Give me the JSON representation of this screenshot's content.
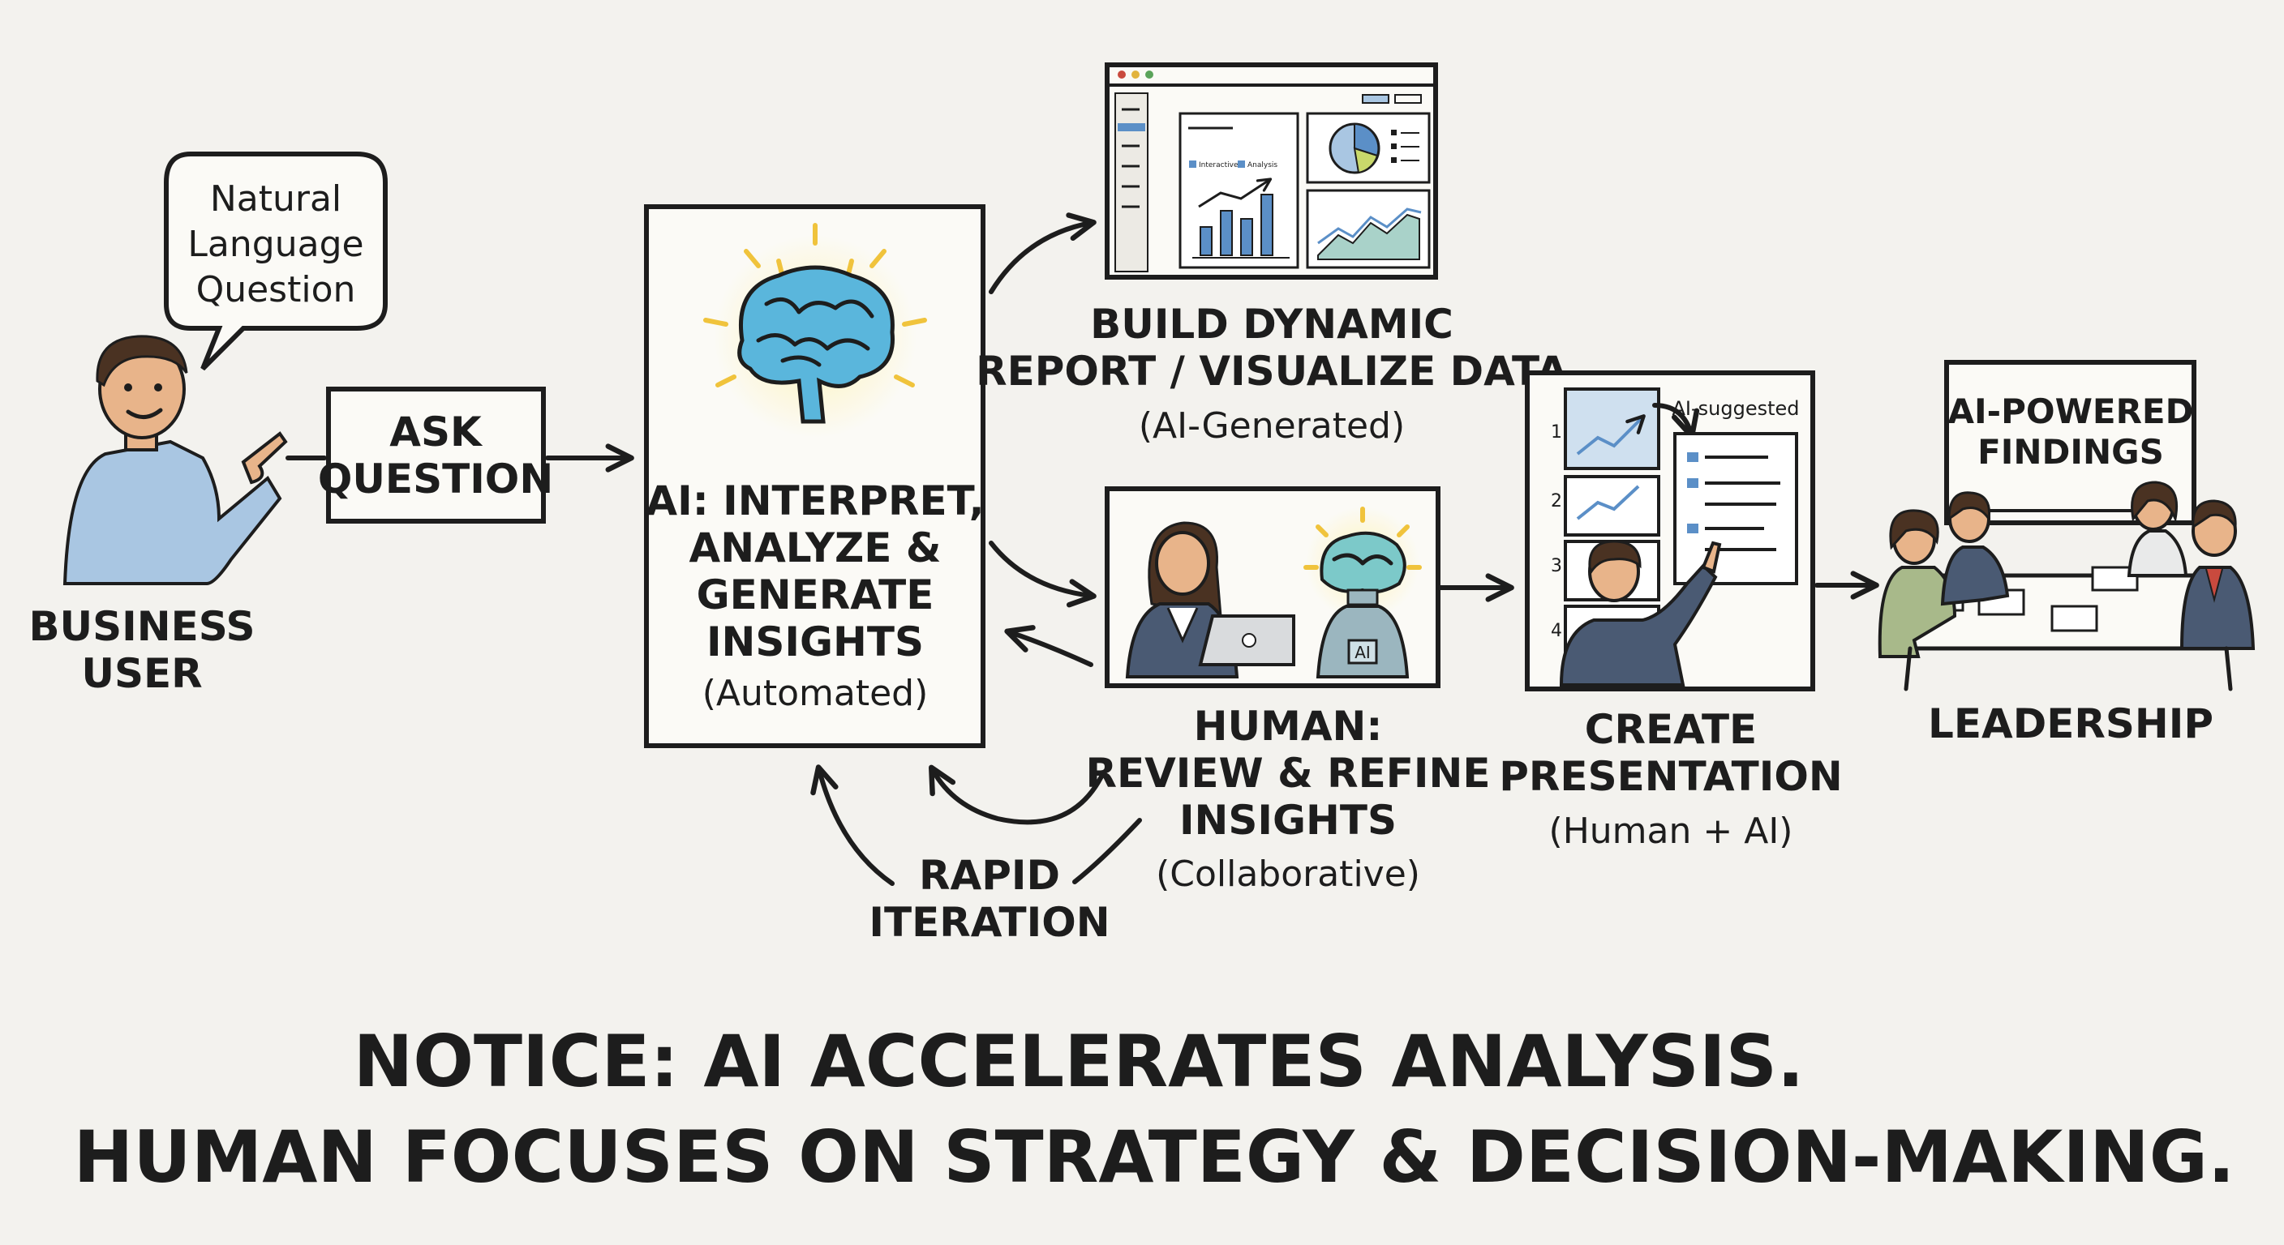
{
  "nodes": {
    "speech_bubble": "Natural\nLanguage\nQuestion",
    "user_label": "BUSINESS\nUSER",
    "ask_box": "ASK\nQUESTION",
    "ai_title": "AI: INTERPRET,\nANALYZE &\nGENERATE\nINSIGHTS",
    "ai_sub": "(Automated)",
    "report_title": "BUILD DYNAMIC\nREPORT / VISUALIZE DATA",
    "report_sub": "(AI-Generated)",
    "report_legend": [
      "Interactive",
      "Analysis"
    ],
    "human_title": "HUMAN:\nREVIEW & REFINE\nINSIGHTS",
    "human_sub": "(Collaborative)",
    "robot_badge": "AI",
    "iteration_label": "RAPID\nITERATION",
    "slides_label": "AI-suggested",
    "slide_numbers": [
      "1",
      "2",
      "3",
      "4"
    ],
    "pres_title": "CREATE\nPRESENTATION",
    "pres_sub": "(Human + AI)",
    "findings_board": "AI-POWERED\nFINDINGS",
    "leadership_label": "LEADERSHIP"
  },
  "notice": {
    "line1": "NOTICE: AI ACCELERATES ANALYSIS.",
    "line2": "HUMAN FOCUSES ON STRATEGY & DECISION-MAKING."
  },
  "colors": {
    "background": "#f3f2ee",
    "ink": "#1d1d1d",
    "brain": "#5ab6dc",
    "glow": "#f0c33c",
    "shirt": "#a9c6e2",
    "chart_blue": "#5b8fc7"
  }
}
